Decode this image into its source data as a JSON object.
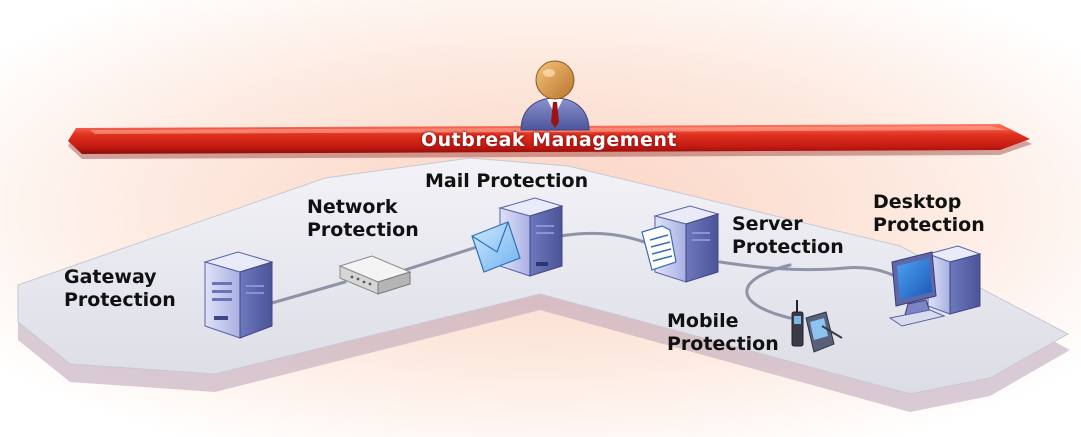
{
  "banner": {
    "title": "Outbreak Management"
  },
  "nodes": [
    {
      "id": "gateway",
      "line1": "Gateway",
      "line2": "Protection",
      "icon": "server-tower-icon"
    },
    {
      "id": "network",
      "line1": "Network",
      "line2": "Protection",
      "icon": "network-appliance-icon"
    },
    {
      "id": "mail",
      "line1": "Mail Protection",
      "line2": "",
      "icon": "mail-server-icon"
    },
    {
      "id": "server",
      "line1": "Server",
      "line2": "Protection",
      "icon": "file-server-icon"
    },
    {
      "id": "mobile",
      "line1": "Mobile",
      "line2": "Protection",
      "icon": "mobile-devices-icon"
    },
    {
      "id": "desktop",
      "line1": "Desktop",
      "line2": "Protection",
      "icon": "desktop-computer-icon"
    }
  ],
  "colors": {
    "banner_red": "#d42a20",
    "banner_highlight": "#ff7a66",
    "platform": "#eaeaf1",
    "platform_shadow": "#b7a0b4",
    "server_blue": "#7a84c8",
    "background_glow": "#fde0d2"
  }
}
